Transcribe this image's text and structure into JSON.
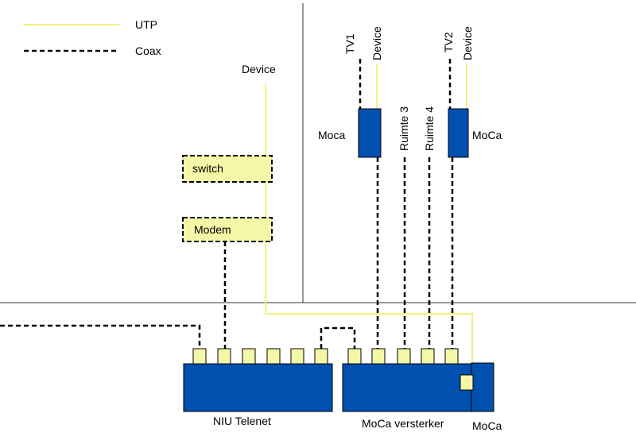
{
  "legend": {
    "utp": "UTP",
    "coax": "Coax"
  },
  "labels": {
    "device_top": "Device",
    "switch": "switch",
    "modem": "Modem",
    "tv1": "TV1",
    "device_1": "Device",
    "moca_left": "Moca",
    "ruimte_3": "Ruimte 3",
    "ruimte_4": "Ruimte 4",
    "tv2": "TV2",
    "device_2": "Device",
    "moca_right": "MoCa",
    "niu": "NIU Telenet",
    "moca_versterker": "MoCa versterker",
    "moca_bottom": "MoCa"
  },
  "colors": {
    "utp": "#f5f07a",
    "coax": "#000000",
    "device_blue": "#0050b0",
    "port_yellow": "#f5f7a8",
    "box_yellow": "#f5f7a8"
  }
}
